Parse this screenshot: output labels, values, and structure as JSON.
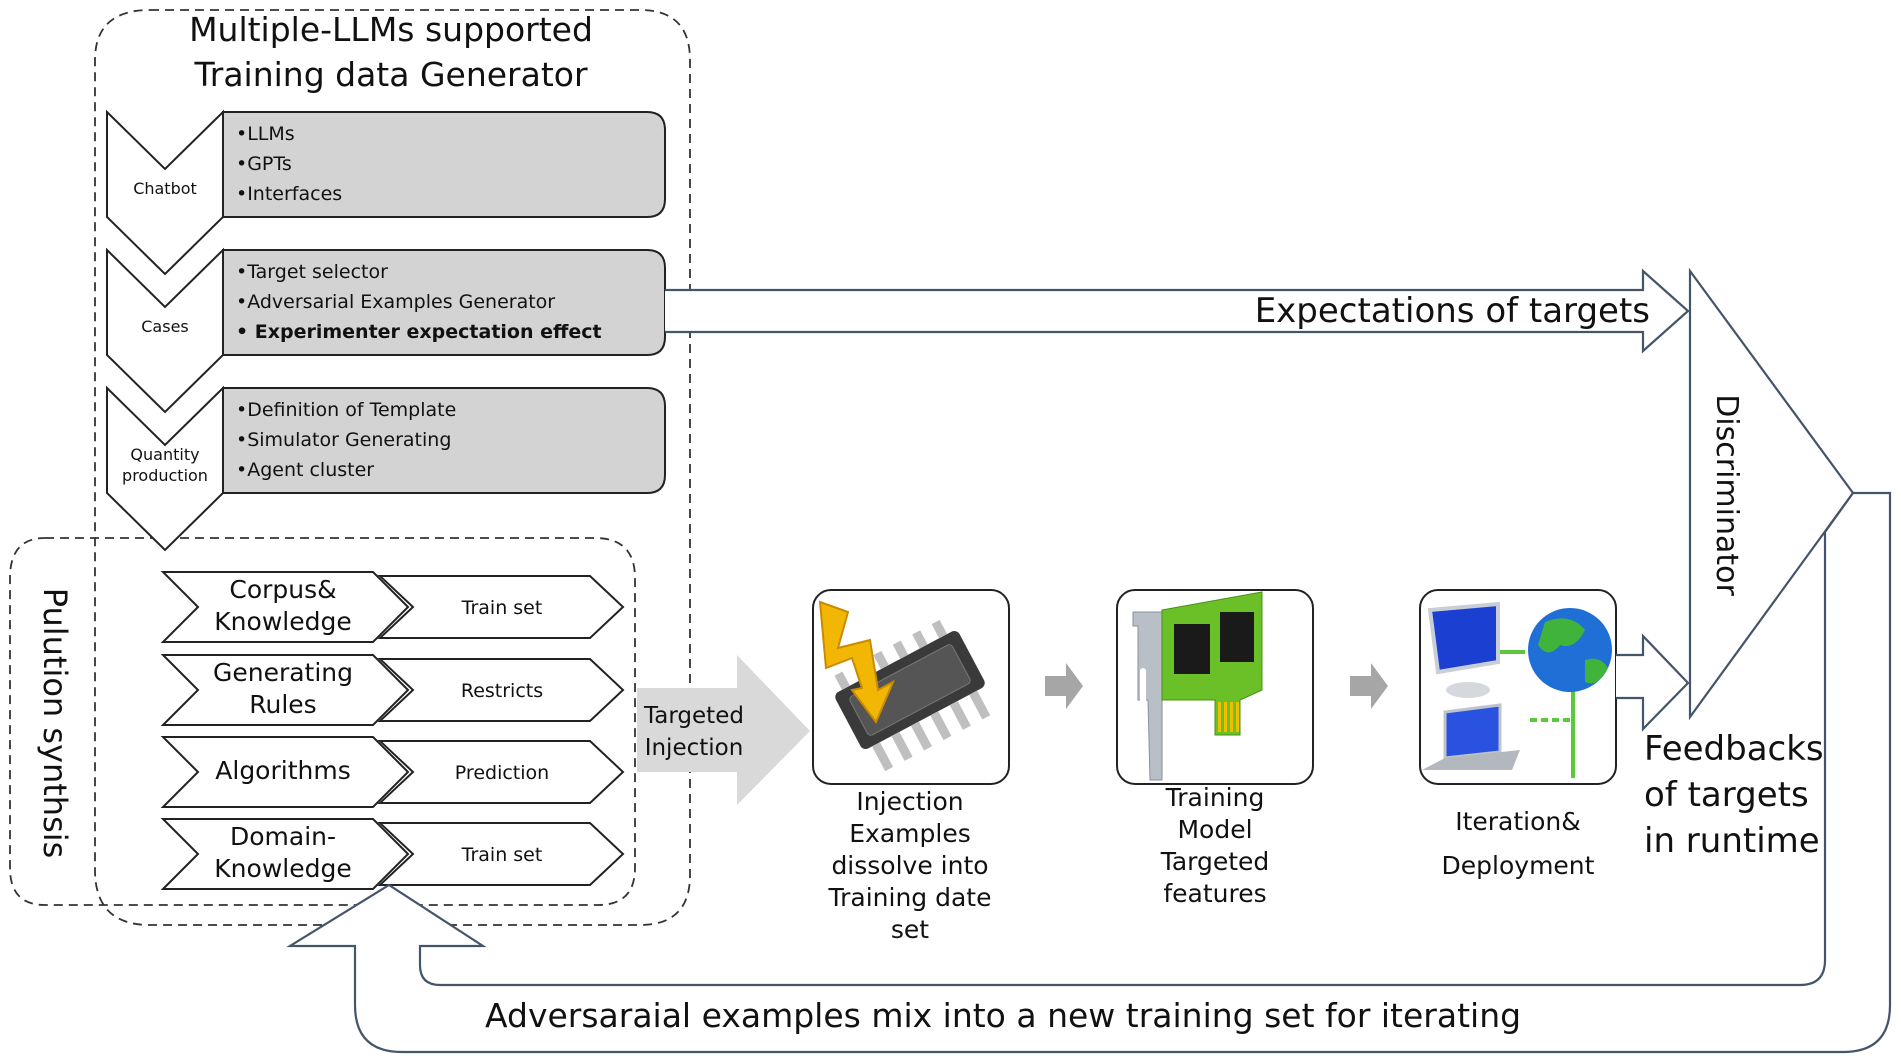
{
  "generator": {
    "title_line1": "Multiple-LLMs supported",
    "title_line2": "Training data Generator",
    "stages": [
      {
        "label_lines": [
          "Chatbot"
        ],
        "bullets": [
          "•LLMs",
          "•GPTs",
          "•Interfaces"
        ],
        "bold_index": -1
      },
      {
        "label_lines": [
          "Cases"
        ],
        "bullets": [
          "•Target selector",
          "•Adversarial Examples Generator",
          "• Experimenter expectation effect"
        ],
        "bold_index": 2
      },
      {
        "label_lines": [
          "Quantity",
          "production"
        ],
        "bullets": [
          "•Definition of Template",
          "•Simulator Generating",
          "•Agent cluster"
        ],
        "bold_index": -1
      }
    ]
  },
  "pollution": {
    "title": "Pulution synthsis",
    "rows": [
      {
        "left_lines": [
          "Corpus&",
          "Knowledge"
        ],
        "right": "Train set"
      },
      {
        "left_lines": [
          "Generating",
          "Rules"
        ],
        "right": "Restricts"
      },
      {
        "left_lines": [
          "Algorithms"
        ],
        "right": "Prediction"
      },
      {
        "left_lines": [
          "Domain-",
          "Knowledge"
        ],
        "right": "Train set"
      }
    ]
  },
  "targeted_injection": {
    "line1": "Targeted",
    "line2": "Injection"
  },
  "steps": [
    {
      "icon": "chip-lightning-icon",
      "caption_lines": [
        "Injection",
        "Examples",
        "dissolve into",
        "Training date",
        "set"
      ]
    },
    {
      "icon": "circuit-card-icon",
      "caption_lines": [
        "Training",
        "Model",
        "Targeted",
        "features"
      ]
    },
    {
      "icon": "network-globe-icon",
      "caption_lines": [
        "Iteration&",
        "Deployment"
      ]
    }
  ],
  "expectations_label": "Expectations of targets",
  "discriminator_label": "Discriminator",
  "feedback_lines": [
    "Feedbacks",
    "of targets",
    "in runtime"
  ],
  "loop_label": "Adversaraial examples mix into a new training set for iterating",
  "colors": {
    "arrow_stroke": "#44546a",
    "stage_box_fill": "#d3d3d3",
    "injection_arrow_fill": "#d9d9d9",
    "step_arrow_fill": "#a6a6a6"
  }
}
